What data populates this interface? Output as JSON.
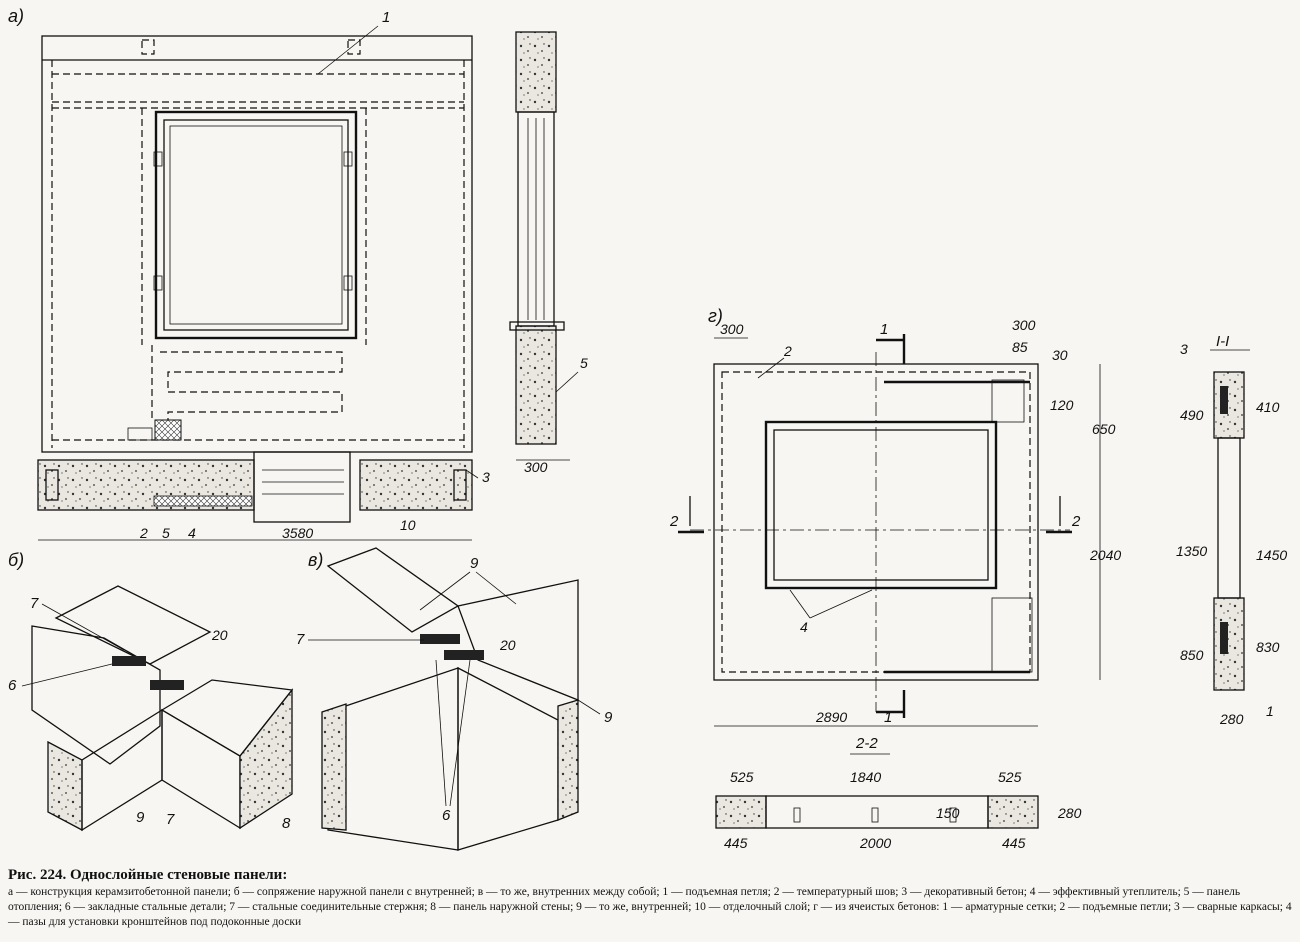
{
  "labels": {
    "a": "а)",
    "b": "б)",
    "v": "в)",
    "g": "г)",
    "section_11": "I-I",
    "section_22": "2-2",
    "cut_1": "1",
    "cut_2": "2"
  },
  "callouts": [
    "1",
    "2",
    "3",
    "4",
    "5",
    "6",
    "7",
    "8",
    "9",
    "10"
  ],
  "dimensions": {
    "a_width": "3580",
    "a_section": "300",
    "a_joint": "20",
    "v_joint": "20",
    "g_300_left": "300",
    "g_300_right": "300",
    "g_85": "85",
    "g_30": "30",
    "g_120": "120",
    "g_650": "650",
    "g_2040": "2040",
    "g_2890": "2890",
    "s22_525_left": "525",
    "s22_1840": "1840",
    "s22_525_right": "525",
    "s22_150": "150",
    "s22_280": "280",
    "s22_445_left": "445",
    "s22_2000": "2000",
    "s22_445_right": "445",
    "s11_490": "490",
    "s11_410": "410",
    "s11_1350": "1350",
    "s11_1450": "1450",
    "s11_850": "850",
    "s11_830": "830",
    "s11_280": "280"
  },
  "caption": {
    "fig": "Рис. 224.",
    "title": "Однослойные стеновые панели:",
    "text": "а — конструкция керамзитобетонной панели; б — сопряжение наружной панели с внутренней; в — то же, внутренних между собой; 1 — подъемная петля; 2 — температурный шов; 3 — декоративный бетон; 4 — эффективный утеплитель; 5 — панель отопления; 6 — закладные стальные детали; 7 — стальные соединительные стержня; 8 — панель наружной стены; 9 — то же, внутренней; 10 — отделочный слой; г — из ячеистых бетонов: 1 — арматурные сетки; 2 — подъемные петли; 3 — сварные каркасы; 4 — пазы для установки кронштейнов под подоконные доски"
  }
}
